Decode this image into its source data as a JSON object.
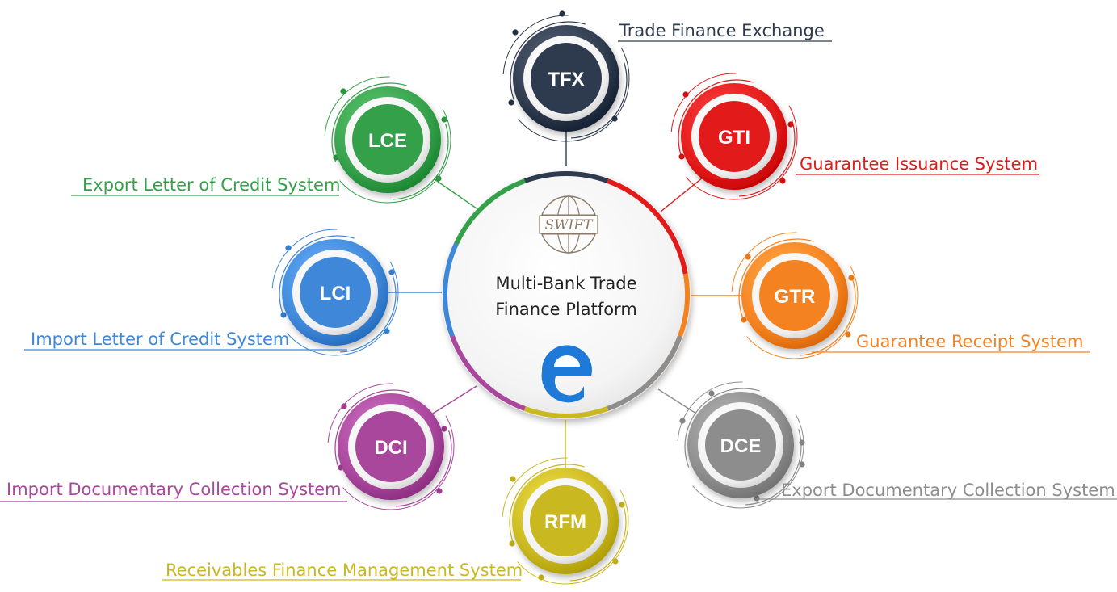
{
  "center": {
    "title_line1": "Multi-Bank Trade",
    "title_line2": "Finance Platform",
    "swift_logo_text": "SWIFT",
    "edge_icon": "edge-browser-icon"
  },
  "colors": {
    "TFX": "#2e3a4d",
    "GTI": "#e21a1a",
    "GTR": "#f58220",
    "DCE": "#8d8d8d",
    "RFM": "#c9b820",
    "DCI": "#a8479c",
    "LCI": "#3f87d9",
    "LCE": "#35a04a",
    "ring_base": "#d9d9d9",
    "edge_blue": "#1e7ad6"
  },
  "nodes": [
    {
      "id": "TFX",
      "abbr": "TFX",
      "title": "Trade Finance Exchange"
    },
    {
      "id": "GTI",
      "abbr": "GTI",
      "title": "Guarantee Issuance System"
    },
    {
      "id": "GTR",
      "abbr": "GTR",
      "title": "Guarantee Receipt System"
    },
    {
      "id": "DCE",
      "abbr": "DCE",
      "title": "Export Documentary Collection System"
    },
    {
      "id": "RFM",
      "abbr": "RFM",
      "title": "Receivables Finance Management System"
    },
    {
      "id": "DCI",
      "abbr": "DCI",
      "title": "Import Documentary Collection System"
    },
    {
      "id": "LCI",
      "abbr": "LCI",
      "title": "Import Letter of Credit System"
    },
    {
      "id": "LCE",
      "abbr": "LCE",
      "title": "Export Letter of Credit System"
    }
  ]
}
